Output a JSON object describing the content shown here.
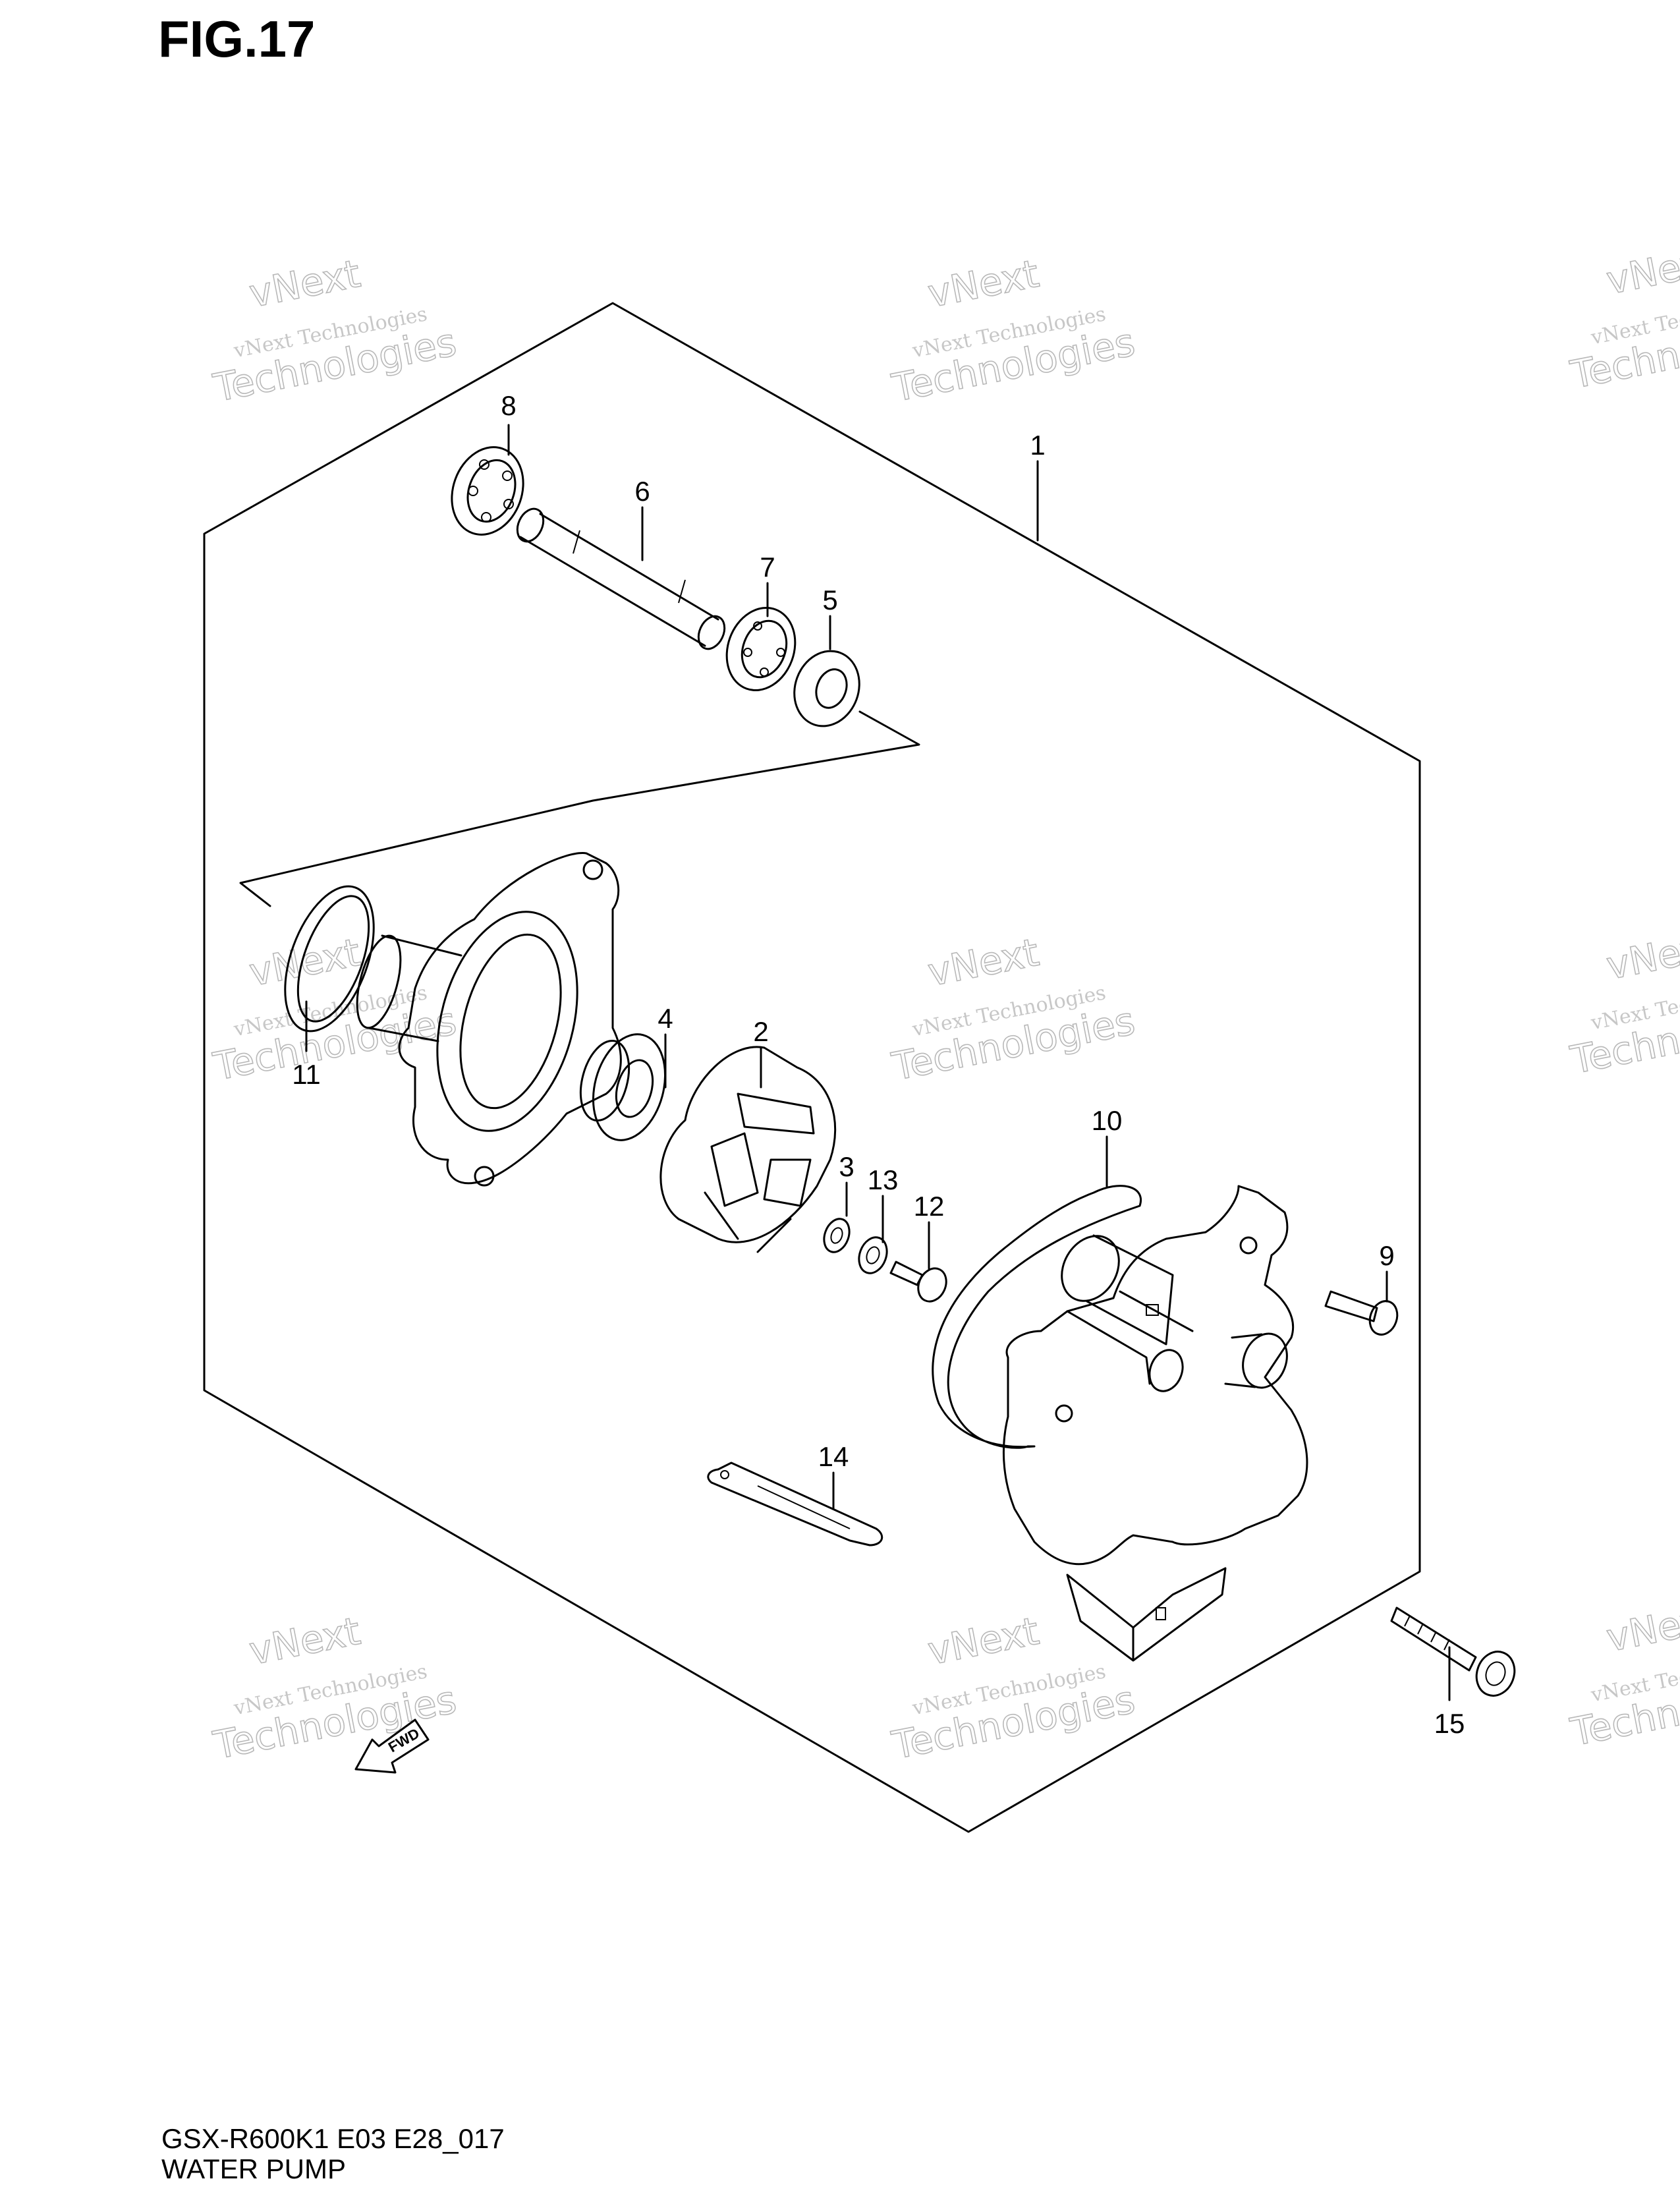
{
  "figure": {
    "title": "FIG.17"
  },
  "footer": {
    "model_code": "GSX-R600K1 E03 E28_017",
    "diagram_name": "WATER PUMP"
  },
  "callouts": [
    "1",
    "2",
    "3",
    "4",
    "5",
    "6",
    "7",
    "8",
    "9",
    "10",
    "11",
    "12",
    "13",
    "14",
    "15"
  ],
  "watermark": {
    "line1": "vNext",
    "line2": "vNext Technologies",
    "line3": "Technologies"
  },
  "fwd_label": "FWD"
}
